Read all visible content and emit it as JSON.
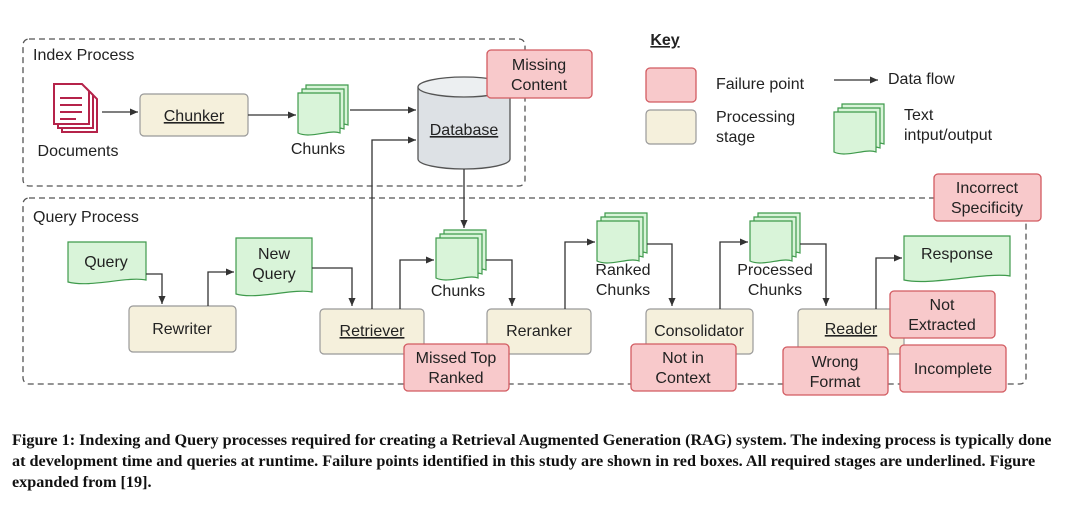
{
  "index_process": {
    "title": "Index Process",
    "documents": "Documents",
    "chunker": "Chunker",
    "chunks": "Chunks",
    "database": "Database"
  },
  "query_process": {
    "title": "Query Process",
    "query": "Query",
    "new_query": [
      "New",
      "Query"
    ],
    "rewriter": "Rewriter",
    "retriever": "Retriever",
    "chunks": "Chunks",
    "reranker": "Reranker",
    "ranked_chunks": [
      "Ranked",
      "Chunks"
    ],
    "consolidator": "Consolidator",
    "processed_chunks": [
      "Processed",
      "Chunks"
    ],
    "reader": "Reader",
    "response": "Response"
  },
  "failure_points": {
    "missing_content": [
      "Missing",
      "Content"
    ],
    "incorrect_specificity": [
      "Incorrect",
      "Specificity"
    ],
    "missed_top_ranked": [
      "Missed Top",
      "Ranked"
    ],
    "not_in_context": [
      "Not in",
      "Context"
    ],
    "not_extracted": [
      "Not",
      "Extracted"
    ],
    "wrong_format": [
      "Wrong",
      "Format"
    ],
    "incomplete": "Incomplete"
  },
  "key": {
    "title": "Key",
    "failure_point": "Failure point",
    "data_flow": "Data flow",
    "processing_stage": [
      "Processing",
      "stage"
    ],
    "text_io": [
      "Text",
      "intput/output"
    ]
  },
  "colors": {
    "failure_fill": "#f8c9cb",
    "failure_border": "#d25b61",
    "stage_fill": "#f5f0dc",
    "text_fill": "#d9f4d9",
    "text_border": "#3f9a4c",
    "document_icon": "#b5234a",
    "database_fill": "#dde1e5"
  },
  "caption": "Figure 1: Indexing and Query processes required for creating a Retrieval Augmented Generation (RAG) system. The indexing process is typically done at development time and queries at runtime. Failure points identified in this study are shown in red boxes. All required stages are underlined. Figure expanded from [19]."
}
